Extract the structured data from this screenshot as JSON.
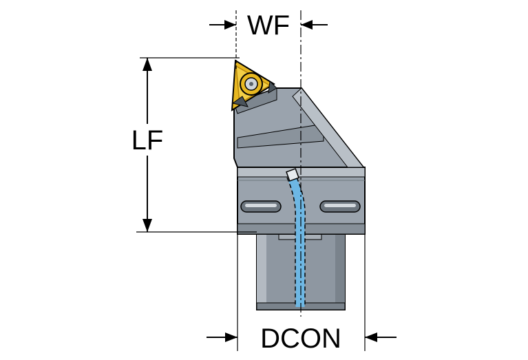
{
  "labels": {
    "wf": "WF",
    "lf": "LF",
    "dcon": "DCON"
  },
  "colors": {
    "body": "#9aa3ad",
    "body_dark": "#7d868f",
    "body_light": "#b9c0c7",
    "outline": "#000000",
    "insert": "#e8b820",
    "insert_dark": "#b8860b",
    "coolant": "#6db7e4",
    "background": "#ffffff"
  }
}
